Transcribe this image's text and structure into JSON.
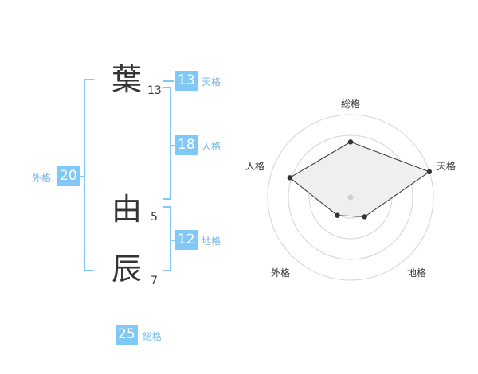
{
  "name": {
    "chars": [
      {
        "char": "葉",
        "strokes": "13"
      },
      {
        "char": "由",
        "strokes": "5"
      },
      {
        "char": "辰",
        "strokes": "7"
      }
    ]
  },
  "kakusu": {
    "tenkaku": {
      "label": "天格",
      "value": "13"
    },
    "jinkaku": {
      "label": "人格",
      "value": "18"
    },
    "chikaku": {
      "label": "地格",
      "value": "12"
    },
    "gaikaku": {
      "label": "外格",
      "value": "20"
    },
    "soukaku": {
      "label": "総格",
      "value": "25"
    }
  },
  "colors": {
    "accent": "#80c8f5",
    "bracket": "#80c8f5",
    "label": "#6fb6e8",
    "text": "#333333",
    "radar_fill": "#efefef",
    "radar_grid": "#d4d4d4",
    "radar_line": "#333333"
  },
  "chart_data": {
    "type": "radar",
    "axes": [
      "総格",
      "天格",
      "地格",
      "外格",
      "人格"
    ],
    "values": [
      0.67,
      1.0,
      0.29,
      0.27,
      0.77
    ],
    "rings": 4
  }
}
